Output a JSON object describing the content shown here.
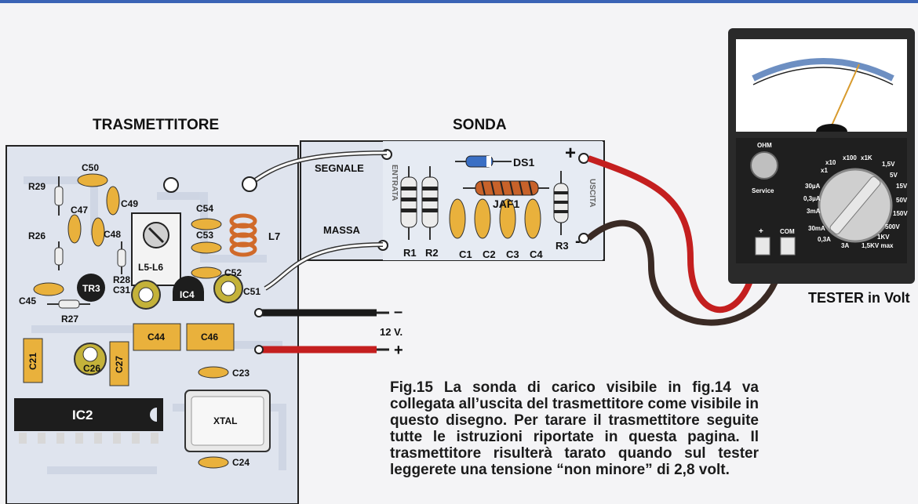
{
  "titles": {
    "transmitter": "TRASMETTITORE",
    "probe": "SONDA",
    "tester": "TESTER in Volt"
  },
  "probe_labels": {
    "signal": "SEGNALE",
    "ground": "MASSA",
    "input_side": "ENTRATA",
    "output_side": "USCITA",
    "plus": "+",
    "minus": "-",
    "diode": "DS1",
    "choke": "JAF1",
    "r1": "R1",
    "r2": "R2",
    "r3": "R3",
    "c1": "C1",
    "c2": "C2",
    "c3": "C3",
    "c4": "C4"
  },
  "supply": {
    "voltage": "12 V.",
    "minus": "–",
    "plus": "+"
  },
  "board_labels": {
    "c50": "C50",
    "r29": "R29",
    "c49": "C49",
    "c47": "C47",
    "c48": "C48",
    "r26": "R26",
    "tr3": "TR3",
    "r28": "R28",
    "l5l6": "L5-L6",
    "c54": "C54",
    "c53": "C53",
    "c52": "C52",
    "l7": "L7",
    "c45": "C45",
    "r27": "R27",
    "c31": "C31",
    "ic4": "IC4",
    "c51": "C51",
    "c44": "C44",
    "c46": "C46",
    "c21": "C21",
    "c26": "C26",
    "c27": "C27",
    "c23": "C23",
    "ic2": "IC2",
    "xtal": "XTAL",
    "c24": "C24"
  },
  "tester_labels": {
    "ohm": "OHM",
    "service": "Service",
    "plus": "+",
    "com": "COM",
    "r_x1": "x1",
    "r_x10": "x10",
    "r_x100": "x100",
    "r_x1k": "x1K",
    "v_1_5": "1,5V",
    "v_5": "5V",
    "v_15": "15V",
    "v_50": "50V",
    "v_150": "150V",
    "v_500": "500V",
    "kv_1": "1KV",
    "kv_1_5": "1,5KV max",
    "a_3": "3A",
    "a_03": "0,3A",
    "ma_30": "30mA",
    "ma_3": "3mA",
    "ua_03": "0,3µA",
    "ua_30": "30µA"
  },
  "caption": "Fig.15 La sonda di carico visibile in fig.14 va collegata all’uscita del trasmettitore come visibile in questo disegno. Per tarare il trasmettitore seguite tutte le istruzioni riportate in questa pagina. Il trasmettitore risulterà tarato quando sul tester leggerete una tensione “non minore” di 2,8 volt.",
  "colors": {
    "pcb": "#dfe4ee",
    "capacitor": "#e9b13c",
    "electrolytic": "#c4b23a",
    "red_wire": "#c41f1f",
    "black_wire": "#1a1a1a",
    "tester_body": "#2a2a2a"
  },
  "meter_reading_volt": 2.8
}
